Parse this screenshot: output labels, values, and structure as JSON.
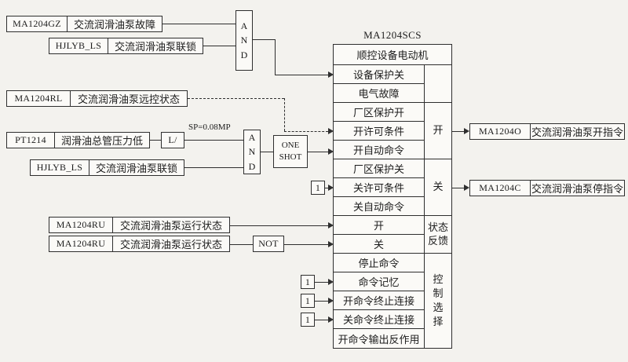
{
  "diagram": {
    "title": "MA1204SCS",
    "block": {
      "header": "顺控设备电动机",
      "rows": [
        "设备保护关",
        "电气故障",
        "厂区保护开",
        "开许可条件",
        "开自动命令",
        "厂区保护关",
        "关许可条件",
        "关自动命令",
        "开",
        "关",
        "停止命令",
        "命令记忆",
        "开命令终止连接",
        "关命令终止连接",
        "开命令输出反作用"
      ],
      "groups": {
        "open": "开",
        "close": "关",
        "status_line1": "状态",
        "status_line2": "反馈",
        "control_chars": [
          "控",
          "制",
          "选",
          "择"
        ]
      }
    },
    "inputs": {
      "fault": {
        "tag": "MA1204GZ",
        "desc": "交流润滑油泵故障"
      },
      "interlock1": {
        "tag": "HJLYB_LS",
        "desc": "交流润滑油泵联锁"
      },
      "remote": {
        "tag": "MA1204RL",
        "desc": "交流润滑油泵远控状态"
      },
      "pressure": {
        "tag": "PT1214",
        "desc": "润滑油总管压力低"
      },
      "interlock2": {
        "tag": "HJLYB_LS",
        "desc": "交流润滑油泵联锁"
      },
      "running1": {
        "tag": "MA1204RU",
        "desc": "交流润滑油泵运行状态"
      },
      "running2": {
        "tag": "MA1204RU",
        "desc": "交流润滑油泵运行状态"
      }
    },
    "gates": {
      "and": [
        "A",
        "N",
        "D"
      ],
      "low_limit": "L/",
      "setpoint": "SP=0.08MP",
      "one_shot": [
        "ONE",
        "SHOT"
      ],
      "not": "NOT",
      "const_one": "1"
    },
    "outputs": {
      "open": {
        "tag": "MA1204O",
        "desc": "交流润滑油泵开指令"
      },
      "close": {
        "tag": "MA1204C",
        "desc": "交流润滑油泵停指令"
      }
    }
  }
}
